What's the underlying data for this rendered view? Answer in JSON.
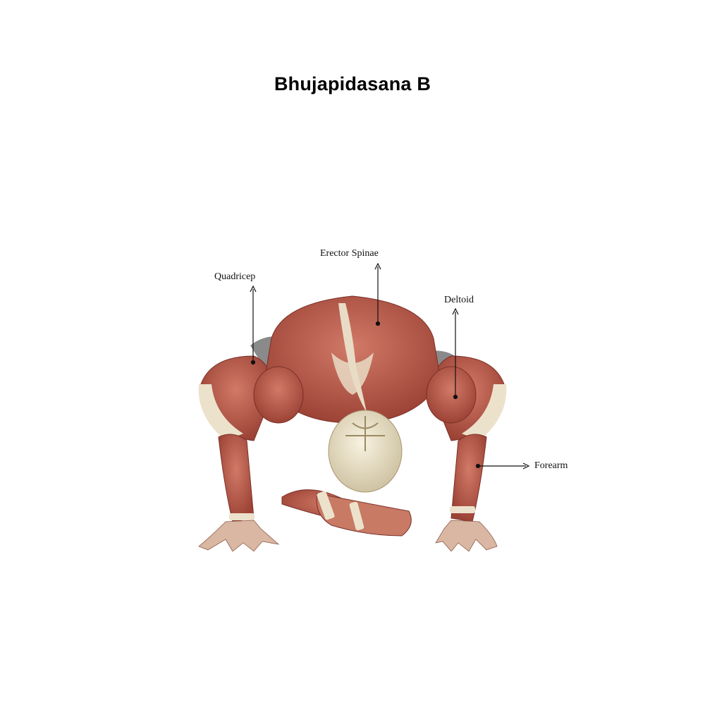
{
  "title": "Bhujapidasana B",
  "labels": {
    "erector_spinae": "Erector Spinae",
    "quadricep": "Quadricep",
    "deltoid": "Deltoid",
    "forearm": "Forearm"
  },
  "colors": {
    "muscle": "#c0604f",
    "muscle_dark": "#8e3a30",
    "tendon": "#e9dcc6",
    "bone": "#efe6cf",
    "shorts": "#8a8a8a",
    "line": "#111111"
  }
}
